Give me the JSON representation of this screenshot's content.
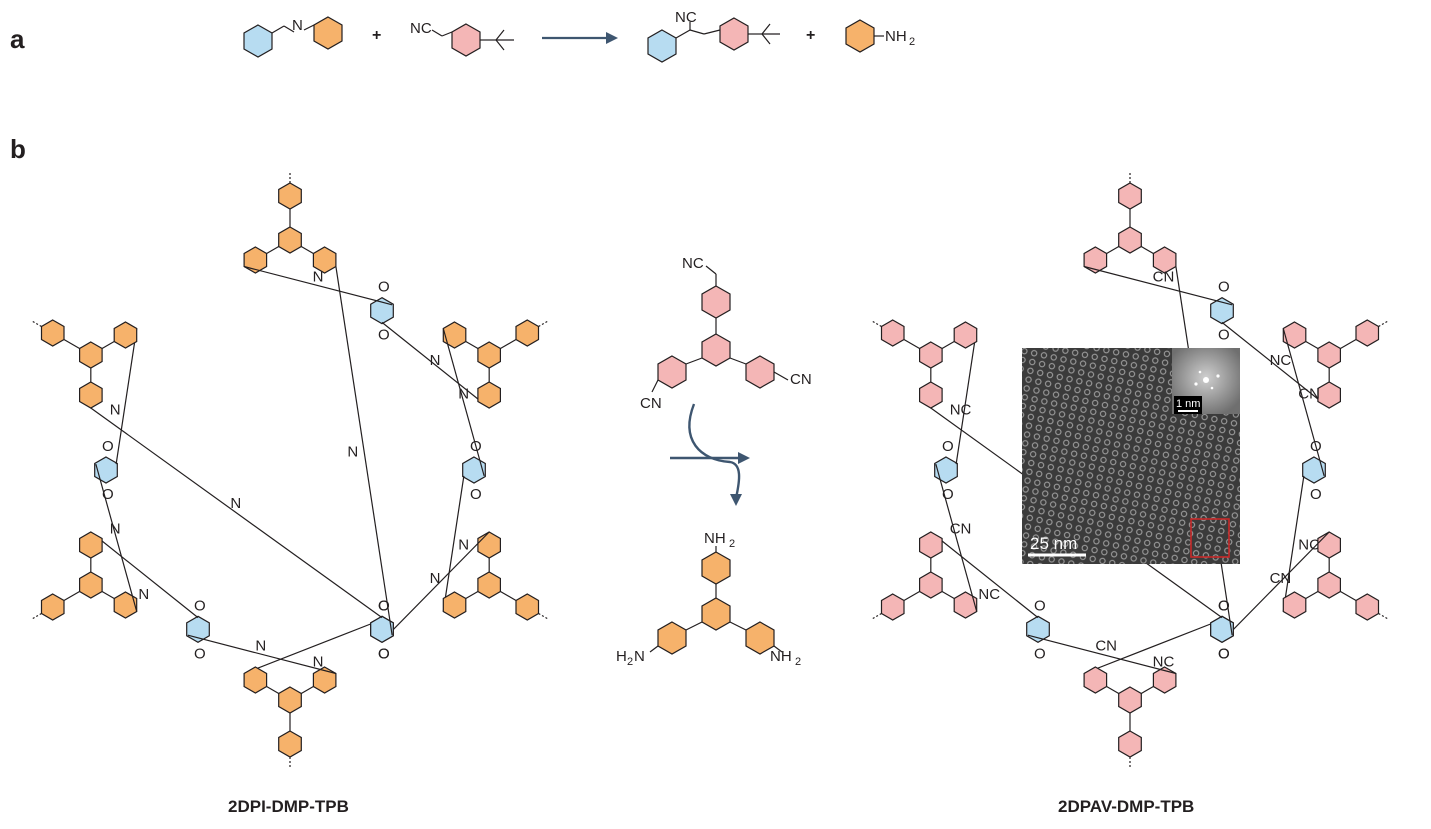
{
  "panel_labels": {
    "a": "a",
    "b": "b"
  },
  "colors": {
    "amine_ring": "#f6b26b",
    "linker_ring": "#b7dcf1",
    "vinylene_ring": "#f4b6b6",
    "arrow": "#3e5670",
    "tem_box": "#c62828"
  },
  "reaction_a": {
    "plus": "+",
    "imine_N": "N",
    "nitrile_label": "NC",
    "product_nitrile_label": "NC",
    "aniline_label": "NH",
    "aniline_sub": "2"
  },
  "monomer": {
    "cn_top": "NC",
    "cn_left": "CN",
    "cn_right": "CN",
    "amine_top": "NH",
    "amine_top_sub": "2",
    "amine_left": "H",
    "amine_left_sub": "2",
    "amine_left_N": "N",
    "amine_right": "NH",
    "amine_right_sub": "2"
  },
  "framework_left": {
    "name": "2DPI-DMP-TPB",
    "N_label": "N",
    "methoxy": "O"
  },
  "framework_right": {
    "name": "2DPAV-DMP-TPB",
    "cn_label": "CN",
    "nc_label": "NC",
    "methoxy": "O"
  },
  "tem": {
    "scale_bar": "25 nm",
    "inset_scale": "1 nm"
  }
}
